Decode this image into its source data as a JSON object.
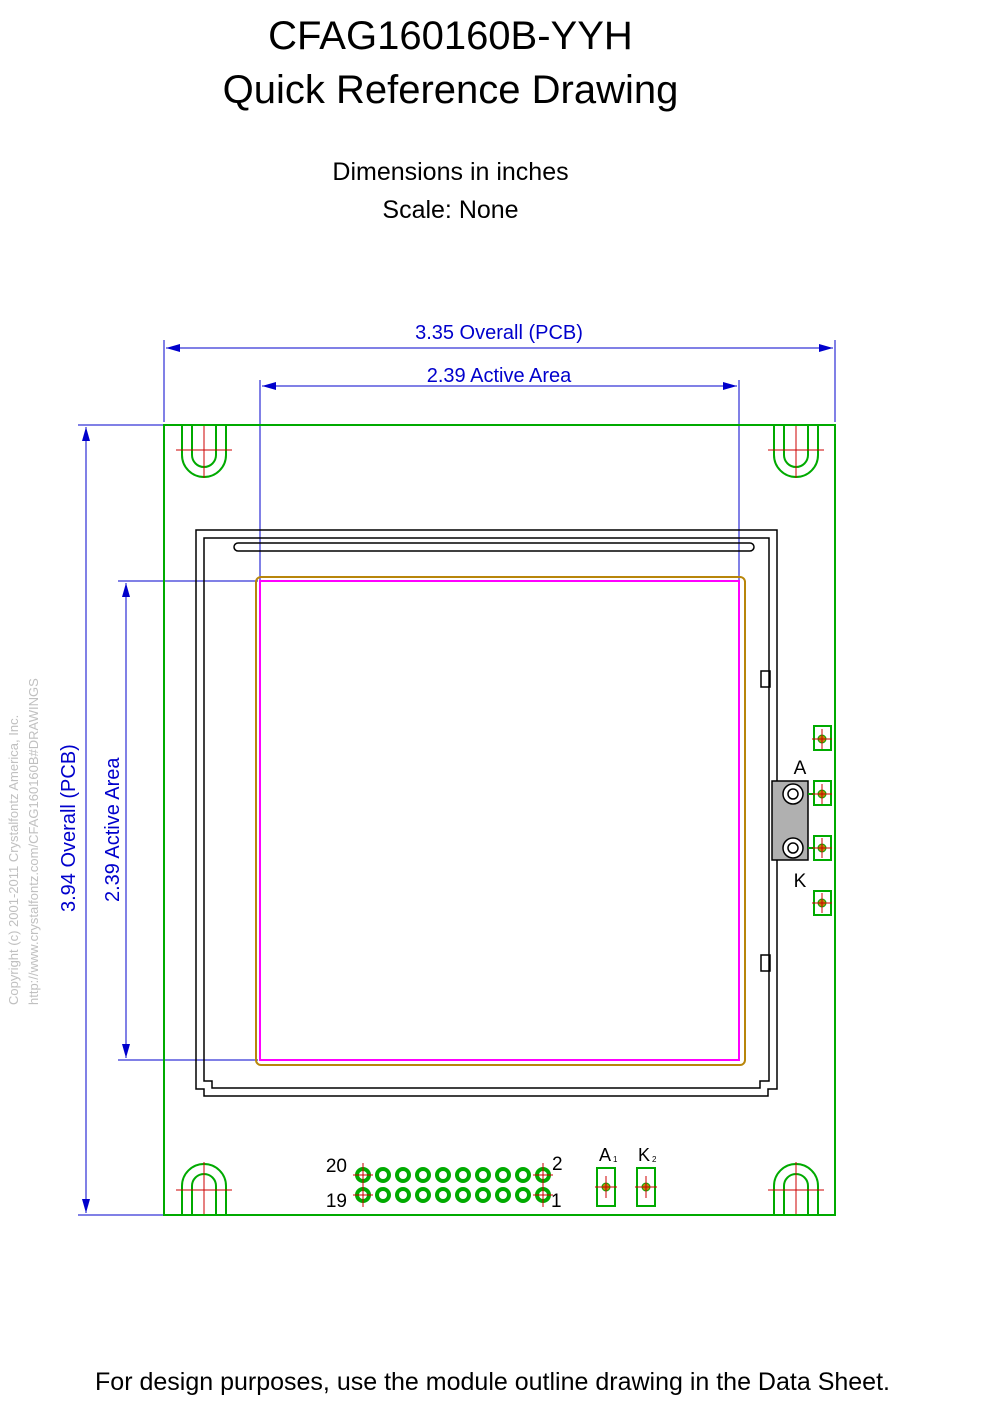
{
  "header": {
    "title": "CFAG160160B-YYH",
    "subtitle": "Quick Reference Drawing",
    "units_note": "Dimensions in inches",
    "scale_note": "Scale: None"
  },
  "dimensions": {
    "overall_width": "3.35 Overall (PCB)",
    "active_width": "2.39 Active Area",
    "overall_height": "3.94 Overall (PCB)",
    "active_height": "2.39 Active Area"
  },
  "copyright": {
    "line1": "Copyright (c) 2001-2011 Crystalfontz America, Inc.",
    "line2": "http://www.crystalfontz.com/CFAG160160B#DRAWINGS"
  },
  "pins": {
    "top_left": "20",
    "bottom_left": "19",
    "top_right": "2",
    "bottom_right": "1",
    "anode_pad": "A",
    "anode_sub": "1",
    "cathode_pad": "K",
    "cathode_sub": "2"
  },
  "backlight": {
    "anode": "A",
    "cathode": "K"
  },
  "footer": {
    "note": "For design purposes, use the module outline drawing in the Data Sheet."
  },
  "colors": {
    "pcb_outline": "#00aa00",
    "dimension_lines": "#0000cc",
    "active_area": "#ff00ff",
    "viewing_area": "#b8860b",
    "copyright_text": "#c0c0c0",
    "pin_marks": "#cc0000"
  }
}
